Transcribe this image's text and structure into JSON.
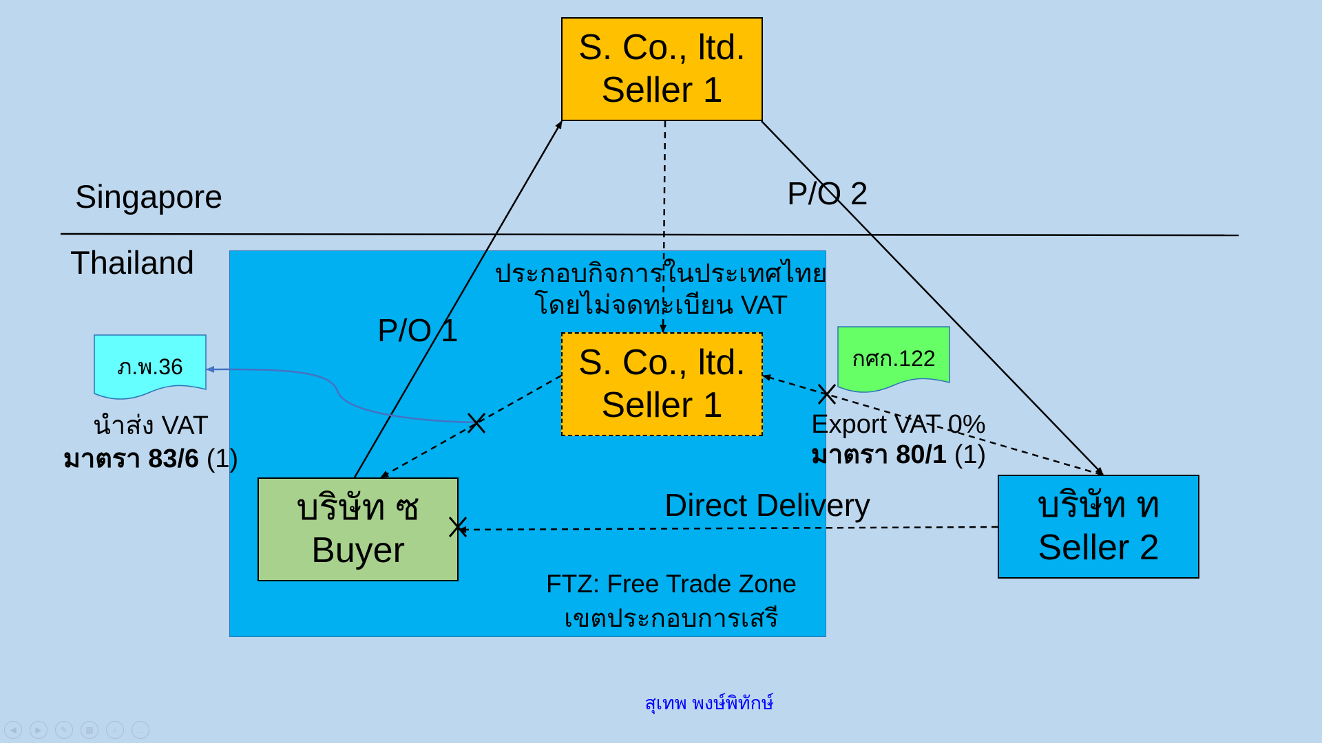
{
  "regions": {
    "singapore": "Singapore",
    "thailand": "Thailand"
  },
  "boxes": {
    "seller1_top": {
      "line1": "S. Co., ltd.",
      "line2": "Seller 1"
    },
    "seller1_mid": {
      "line1": "S. Co., ltd.",
      "line2": "Seller 1"
    },
    "buyer": {
      "line1": "บริษัท ซ",
      "line2": "Buyer"
    },
    "seller2": {
      "line1": "บริษัท ท",
      "line2": "Seller 2"
    }
  },
  "labels": {
    "po1": "P/O 1",
    "po2": "P/O 2",
    "thai_business_l1": "ประกอบกิจการในประเทศไทย",
    "thai_business_l2": "โดยไม่จดทะเบียน VAT",
    "direct_delivery": "Direct Delivery",
    "ftz_l1": "FTZ: Free Trade Zone",
    "ftz_l2": "เขตประกอบการเสรี",
    "vat_submit_l1": "นำส่ง VAT",
    "vat_submit_l2_a": "มาตรา 83/6",
    "vat_submit_l2_b": " (1)",
    "export_vat_l1": "Export VAT 0%",
    "export_vat_l2_a": "มาตรา 80/1",
    "export_vat_l2_b": " (1)",
    "author": "สุเทพ  พงษ์พิทักษ์"
  },
  "documents": {
    "por_por_36": "ภ.พ.36",
    "kor_sor_kor_122": "กศก.122"
  },
  "colors": {
    "background": "#bdd7ee",
    "ftz_zone": "#00b0f0",
    "seller1": "#ffc000",
    "buyer": "#a9d18e",
    "seller2": "#00b0f0",
    "doc_cyan": "#66ffff",
    "doc_green": "#66ff66",
    "author_text": "#0000ff",
    "connector_blue": "#4472c4"
  },
  "icons": [
    "prev-icon",
    "next-icon",
    "pen-icon",
    "grid-icon",
    "zoom-icon",
    "more-icon"
  ]
}
